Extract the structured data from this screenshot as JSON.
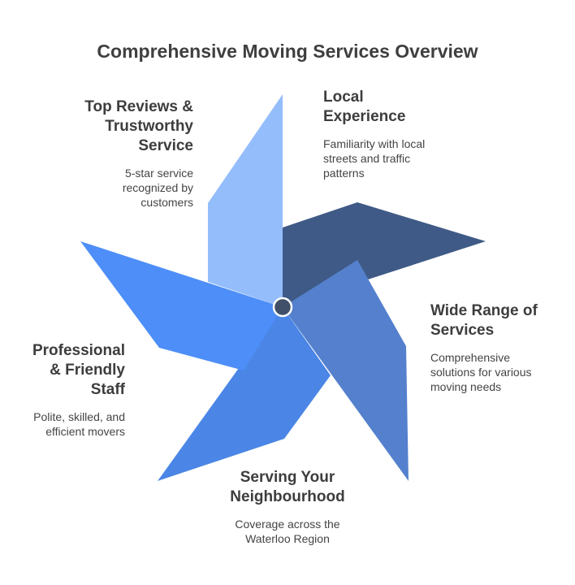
{
  "title": "Comprehensive Moving Services Overview",
  "colors": {
    "local": "#3f5a86",
    "reviews": "#94bdfb",
    "range": "#5480cd",
    "serving": "#4b86e6",
    "staff": "#4d8ef8",
    "hub": "#3f5068"
  },
  "items": {
    "local": {
      "heading": "Local\nExperience",
      "description": "Familiarity with local\nstreets and traffic\npatterns"
    },
    "reviews": {
      "heading": "Top Reviews &\nTrustworthy\nService",
      "description": "5-star service\nrecognized by\ncustomers"
    },
    "range": {
      "heading": "Wide Range of\nServices",
      "description": "Comprehensive\nsolutions for various\nmoving needs"
    },
    "staff": {
      "heading": "Professional\n& Friendly\nStaff",
      "description": "Polite, skilled, and\nefficient movers"
    },
    "serving": {
      "heading": "Serving Your\nNeighbourhood",
      "description": "Coverage across the\nWaterloo Region"
    }
  }
}
